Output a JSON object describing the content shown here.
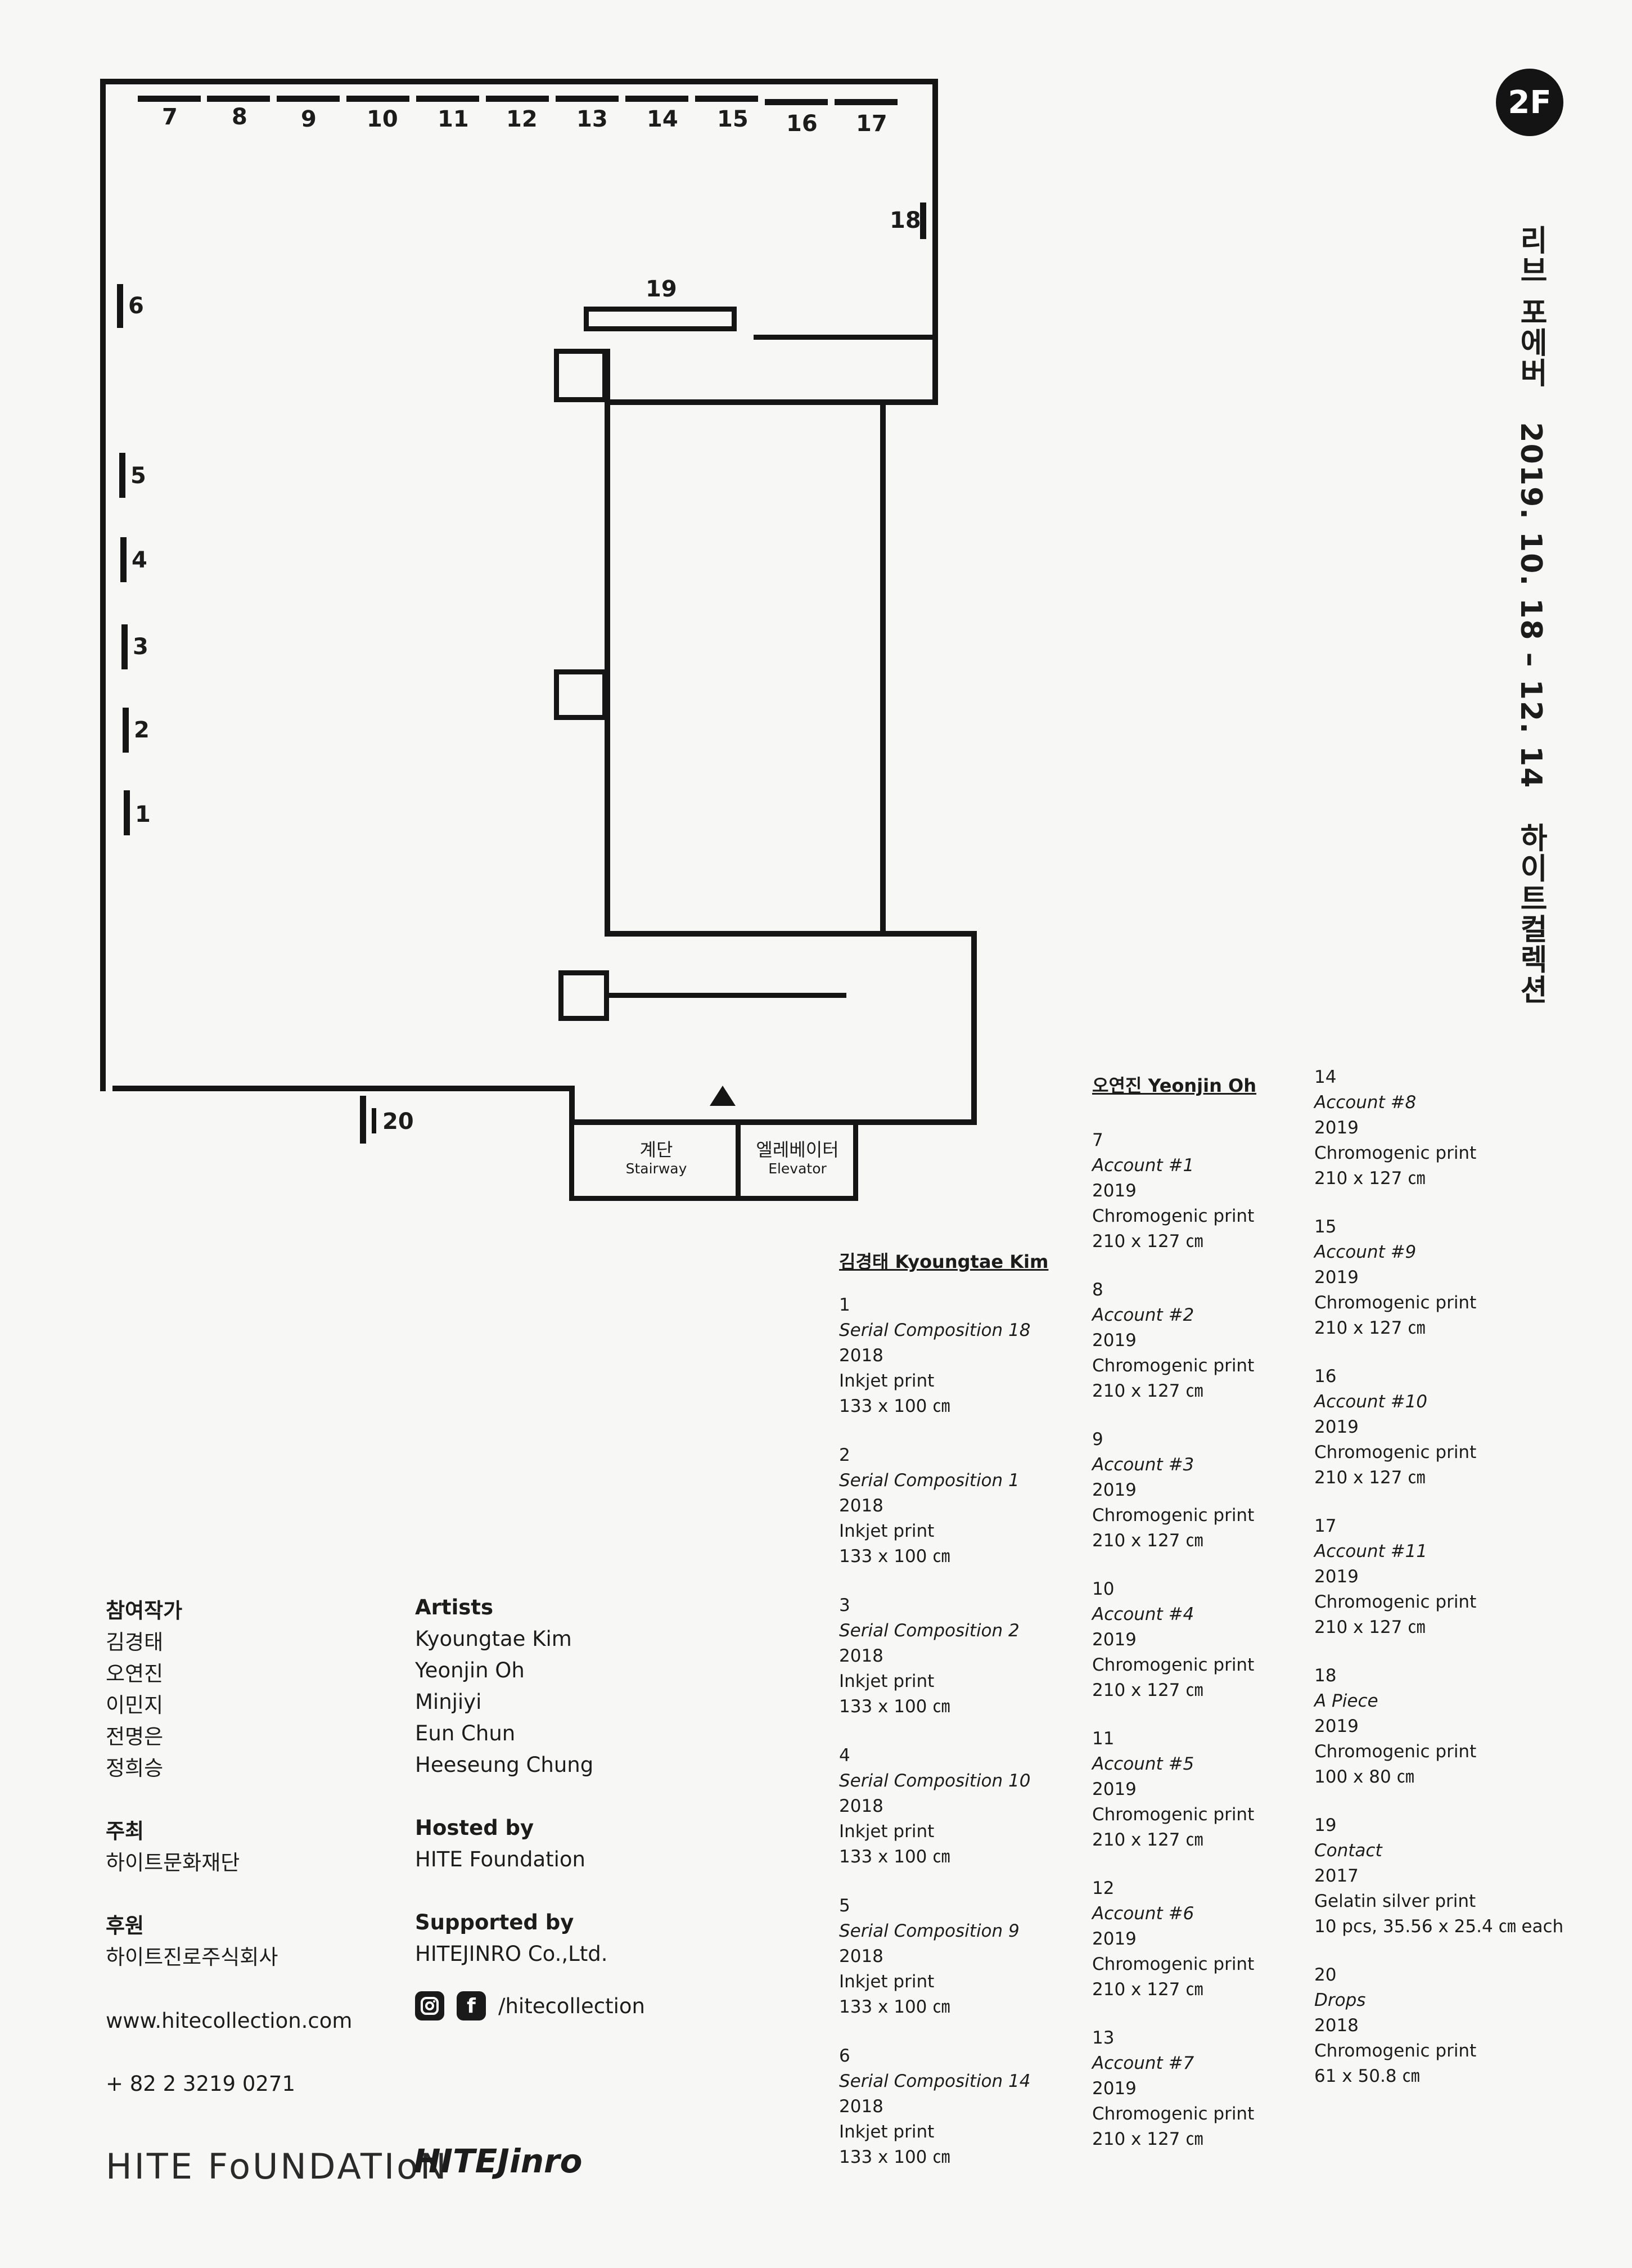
{
  "floor_badge": "2F",
  "vertical_title": "리브 포에버   2019. 10. 18 – 12. 14   하이트컬렉션",
  "plan": {
    "numbers": [
      "7",
      "8",
      "9",
      "10",
      "11",
      "12",
      "13",
      "14",
      "15",
      "16",
      "17",
      "18",
      "19",
      "6",
      "5",
      "4",
      "3",
      "2",
      "1",
      "20"
    ],
    "stairway_ko": "계단",
    "stairway_en": "Stairway",
    "elevator_ko": "엘레베이터",
    "elevator_en": "Elevator"
  },
  "artists": [
    {
      "header": "김경태 Kyoungtae Kim",
      "works": [
        {
          "no": "1",
          "title": "Serial Composition 18",
          "year": "2018",
          "medium": "Inkjet print",
          "size": "133 x 100 ㎝"
        },
        {
          "no": "2",
          "title": "Serial Composition 1",
          "year": "2018",
          "medium": "Inkjet print",
          "size": "133 x 100 ㎝"
        },
        {
          "no": "3",
          "title": "Serial Composition 2",
          "year": "2018",
          "medium": "Inkjet print",
          "size": "133 x 100 ㎝"
        },
        {
          "no": "4",
          "title": "Serial Composition 10",
          "year": "2018",
          "medium": "Inkjet print",
          "size": "133 x 100 ㎝"
        },
        {
          "no": "5",
          "title": "Serial Composition 9",
          "year": "2018",
          "medium": "Inkjet print",
          "size": "133 x 100 ㎝"
        },
        {
          "no": "6",
          "title": "Serial Composition 14",
          "year": "2018",
          "medium": "Inkjet print",
          "size": "133 x 100 ㎝"
        }
      ]
    },
    {
      "header": "오연진 Yeonjin Oh",
      "works": [
        {
          "no": "7",
          "title": "Account #1",
          "year": "2019",
          "medium": "Chromogenic print",
          "size": "210 x 127 ㎝"
        },
        {
          "no": "8",
          "title": "Account #2",
          "year": "2019",
          "medium": "Chromogenic print",
          "size": "210 x 127 ㎝"
        },
        {
          "no": "9",
          "title": "Account #3",
          "year": "2019",
          "medium": "Chromogenic print",
          "size": "210 x 127 ㎝"
        },
        {
          "no": "10",
          "title": "Account #4",
          "year": "2019",
          "medium": "Chromogenic print",
          "size": "210 x 127 ㎝"
        },
        {
          "no": "11",
          "title": "Account #5",
          "year": "2019",
          "medium": "Chromogenic print",
          "size": "210 x 127 ㎝"
        },
        {
          "no": "12",
          "title": "Account #6",
          "year": "2019",
          "medium": "Chromogenic print",
          "size": "210 x 127 ㎝"
        },
        {
          "no": "13",
          "title": "Account #7",
          "year": "2019",
          "medium": "Chromogenic print",
          "size": "210 x 127 ㎝"
        }
      ]
    },
    {
      "header": "",
      "works": [
        {
          "no": "14",
          "title": "Account #8",
          "year": "2019",
          "medium": "Chromogenic print",
          "size": "210 x 127 ㎝"
        },
        {
          "no": "15",
          "title": "Account #9",
          "year": "2019",
          "medium": "Chromogenic print",
          "size": "210 x 127 ㎝"
        },
        {
          "no": "16",
          "title": "Account #10",
          "year": "2019",
          "medium": "Chromogenic print",
          "size": "210 x 127 ㎝"
        },
        {
          "no": "17",
          "title": "Account #11",
          "year": "2019",
          "medium": "Chromogenic print",
          "size": "210 x 127 ㎝"
        },
        {
          "no": "18",
          "title": "A Piece",
          "year": "2019",
          "medium": "Chromogenic print",
          "size": "100 x 80 ㎝"
        },
        {
          "no": "19",
          "title": "Contact",
          "year": "2017",
          "medium": "Gelatin silver print",
          "size": "10 pcs, 35.56 x 25.4 ㎝ each"
        },
        {
          "no": "20",
          "title": "Drops",
          "year": "2018",
          "medium": "Chromogenic print",
          "size": "61 x 50.8 ㎝"
        }
      ]
    }
  ],
  "credits_ko": {
    "artists_head": "참여작가",
    "artists": [
      "김경태",
      "오연진",
      "이민지",
      "전명은",
      "정희승"
    ],
    "host_head": "주최",
    "host": "하이트문화재단",
    "support_head": "후원",
    "support": "하이트진로주식회사",
    "website": "www.hitecollection.com",
    "phone": "+ 82 2 3219 0271"
  },
  "credits_en": {
    "artists_head": "Artists",
    "artists": [
      "Kyoungtae Kim",
      "Yeonjin Oh",
      "Minjiyi",
      "Eun Chun",
      "Heeseung Chung"
    ],
    "host_head": "Hosted by",
    "host": "HITE Foundation",
    "support_head": "Supported by",
    "support": "HITEJINRO Co.,Ltd.",
    "social_handle": "/hitecollection"
  },
  "logos": {
    "foundation": "HITE FoUNDATIoN",
    "hitejinro": "HITEJinro"
  }
}
